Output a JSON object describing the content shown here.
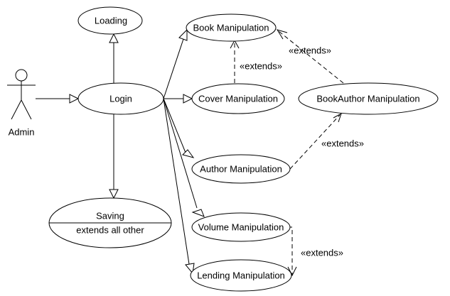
{
  "actor": {
    "name": "Admin"
  },
  "use_cases": {
    "loading": "Loading",
    "login": "Login",
    "saving": "Saving",
    "saving_note": "extends all other",
    "book": "Book Manipulation",
    "cover": "Cover Manipulation",
    "bookauthor": "BookAuthor Manipulation",
    "author": "Author Manipulation",
    "volume": "Volume Manipulation",
    "lending": "Lending Manipulation"
  },
  "relations": {
    "extends_cover_book": "«extends»",
    "extends_bookauthor_book": "«extends»",
    "extends_author_bookauthor": "«extends»",
    "extends_volume_lending": "«extends»"
  }
}
